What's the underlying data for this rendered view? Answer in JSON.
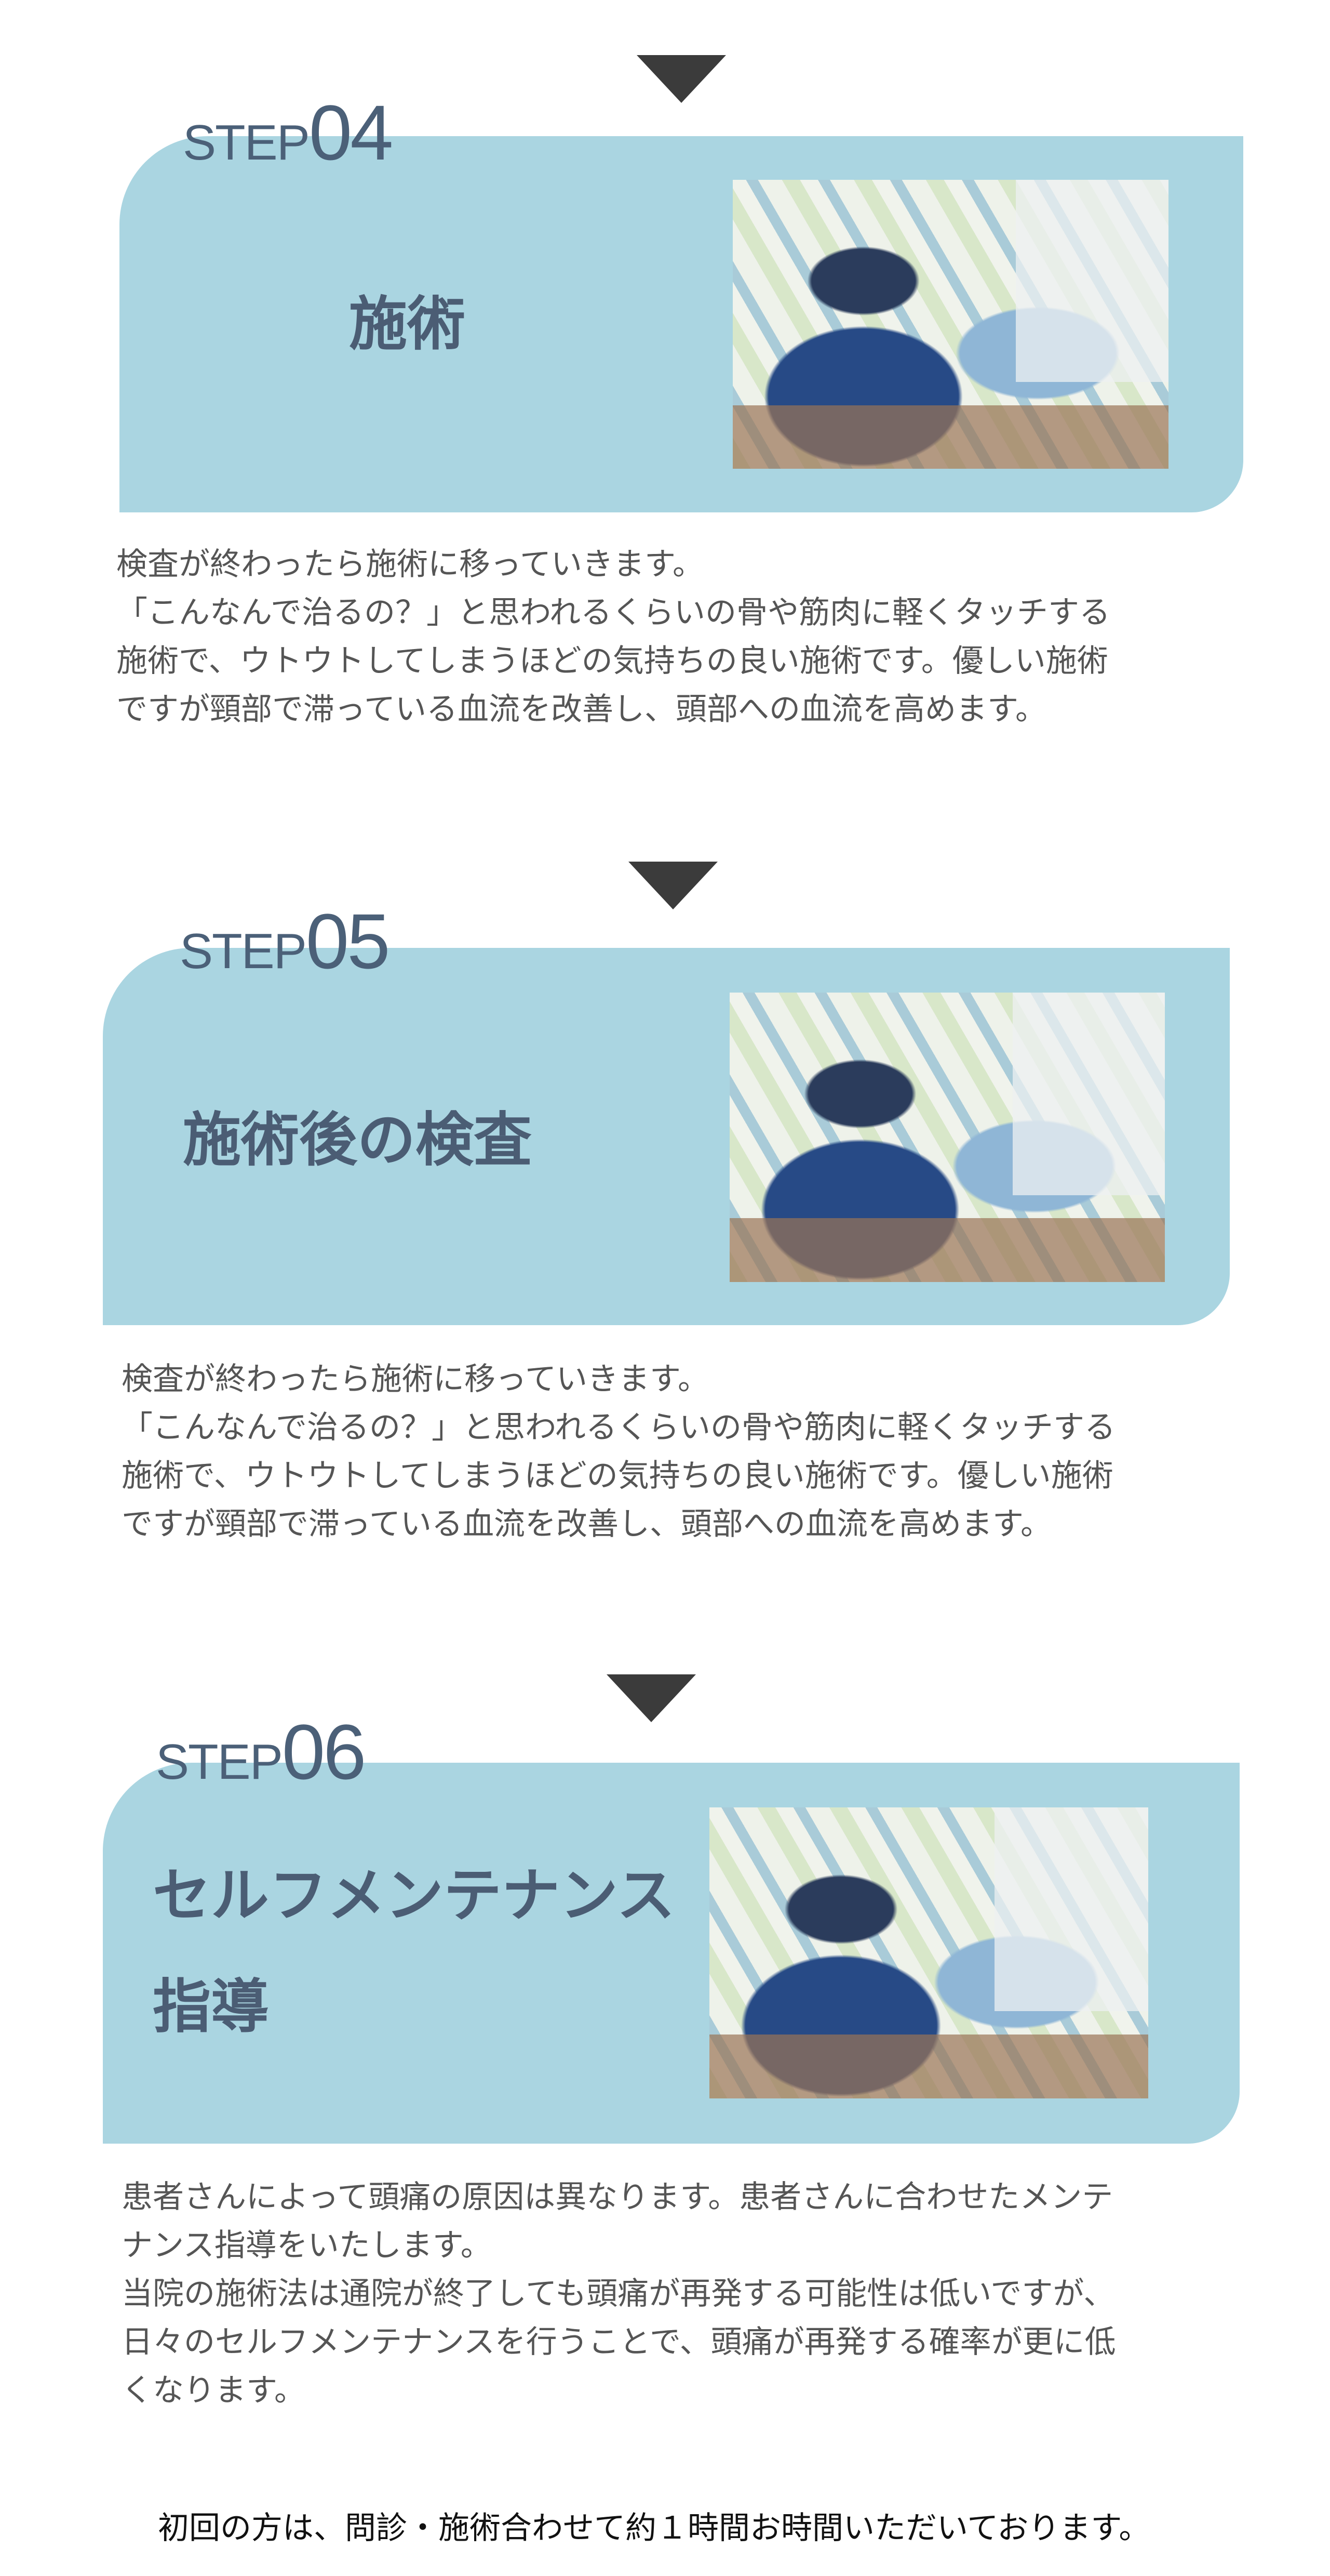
{
  "colors": {
    "box": "#aad5e1",
    "title": "#4b5d74",
    "arrow": "#3b3b3b",
    "body_text": "#555555"
  },
  "steps": [
    {
      "step_word": "STEP",
      "step_number": "04",
      "title_lines": [
        "施術"
      ],
      "photo": "practitioner-treating-patient-on-bed-photo",
      "body_lines": [
        "検査が終わったら施術に移っていきます。",
        "「こんなんで治るの？」と思われるくらいの骨や筋肉に軽くタッチする",
        "施術で、ウトウトしてしまうほどの気持ちの良い施術です。優しい施術",
        "ですが頸部で滞っている血流を改善し、頭部への血流を高めます。"
      ]
    },
    {
      "step_word": "STEP",
      "step_number": "05",
      "title_lines": [
        "施術後の検査"
      ],
      "photo": "practitioner-checking-patient-photo",
      "body_lines": [
        "検査が終わったら施術に移っていきます。",
        "「こんなんで治るの？」と思われるくらいの骨や筋肉に軽くタッチする",
        "施術で、ウトウトしてしまうほどの気持ちの良い施術です。優しい施術",
        "ですが頸部で滞っている血流を改善し、頭部への血流を高めます。"
      ]
    },
    {
      "step_word": "STEP",
      "step_number": "06",
      "title_lines": [
        "セルフメンテナンス",
        "指導"
      ],
      "photo": "self-maintenance-guidance-photo",
      "body_lines": [
        "患者さんによって頭痛の原因は異なります。患者さんに合わせたメンテ",
        "ナンス指導をいたします。",
        "当院の施術法は通院が終了しても頭痛が再発する可能性は低いですが、",
        "日々のセルフメンテナンスを行うことで、頭痛が再発する確率が更に低",
        "くなります。"
      ]
    }
  ],
  "footer_note": "初回の方は、問診・施術合わせて約１時間お時間いただいております。"
}
